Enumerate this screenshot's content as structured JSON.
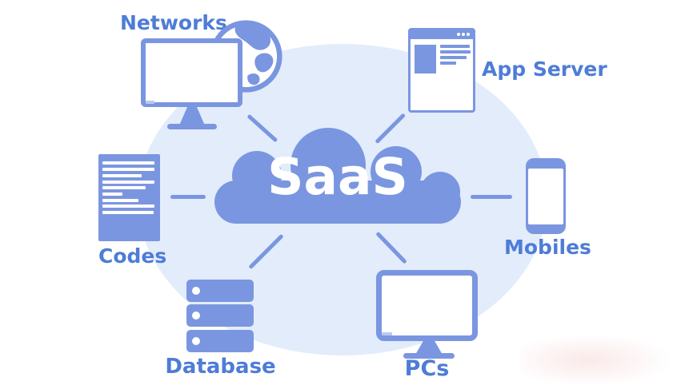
{
  "diagram": {
    "type": "hub-and-spoke",
    "title": "SaaS"
  },
  "cloud": {
    "label": "SaaS"
  },
  "nodes": {
    "networks": {
      "label": "Networks",
      "icon": "monitor-globe-icon"
    },
    "app_server": {
      "label": "App Server",
      "icon": "browser-window-icon"
    },
    "codes": {
      "label": "Codes",
      "icon": "code-document-icon"
    },
    "database": {
      "label": "Database",
      "icon": "server-stack-icon"
    },
    "pcs": {
      "label": "PCs",
      "icon": "desktop-monitor-icon"
    },
    "mobiles": {
      "label": "Mobiles",
      "icon": "smartphone-icon"
    }
  },
  "connections": [
    [
      "SaaS",
      "Networks"
    ],
    [
      "SaaS",
      "App Server"
    ],
    [
      "SaaS",
      "Codes"
    ],
    [
      "SaaS",
      "Database"
    ],
    [
      "SaaS",
      "PCs"
    ],
    [
      "SaaS",
      "Mobiles"
    ]
  ],
  "colors": {
    "primary_blue": "#7b96e0",
    "label_blue": "#4e7cd7",
    "ellipse_bg": "#e2ecfb",
    "white": "#ffffff"
  }
}
